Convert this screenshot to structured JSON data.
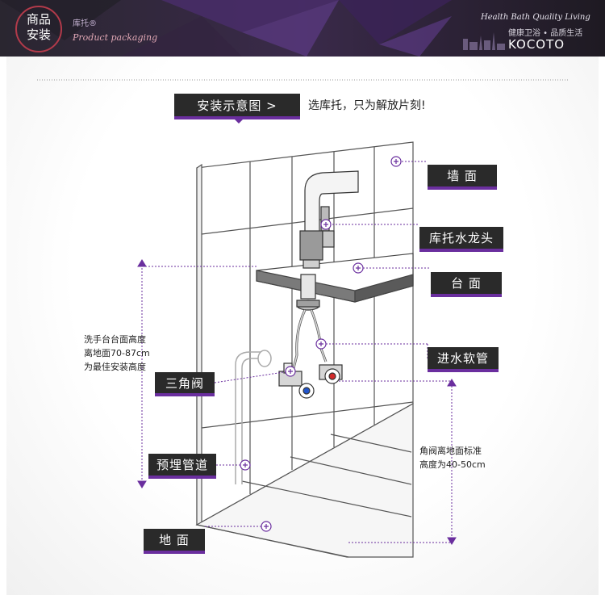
{
  "header": {
    "badge_line1": "商品",
    "badge_line2": "安装",
    "brand_cn": "库托®",
    "brand_script": "Product packaging",
    "slogan_script": "Health Bath Quality Living",
    "slogan_cn": "健康卫浴 • 品质生活",
    "logo_text": "KOCOTO"
  },
  "title": {
    "tab_label": "安装示意图 >",
    "tagline": "选库托，只为解放片刻!"
  },
  "labels": {
    "wall": "墙 面",
    "faucet": "库托水龙头",
    "countertop": "台 面",
    "inlet_hose": "进水软管",
    "angle_valve": "三角阀",
    "embedded_pipe": "预埋管道",
    "floor": "地 面"
  },
  "notes": {
    "basin_height": [
      "洗手台台面高度",
      "离地面70-87cm",
      "为最佳安装高度"
    ],
    "valve_height": [
      "角阀离地面标准",
      "高度为40-50cm"
    ]
  },
  "colors": {
    "accent_purple": "#6a2e9e",
    "tag_dark": "#2a2a2a",
    "header_dark": "#1e1a22",
    "hot_red": "#d22a2a",
    "cold_blue": "#2255cc"
  }
}
